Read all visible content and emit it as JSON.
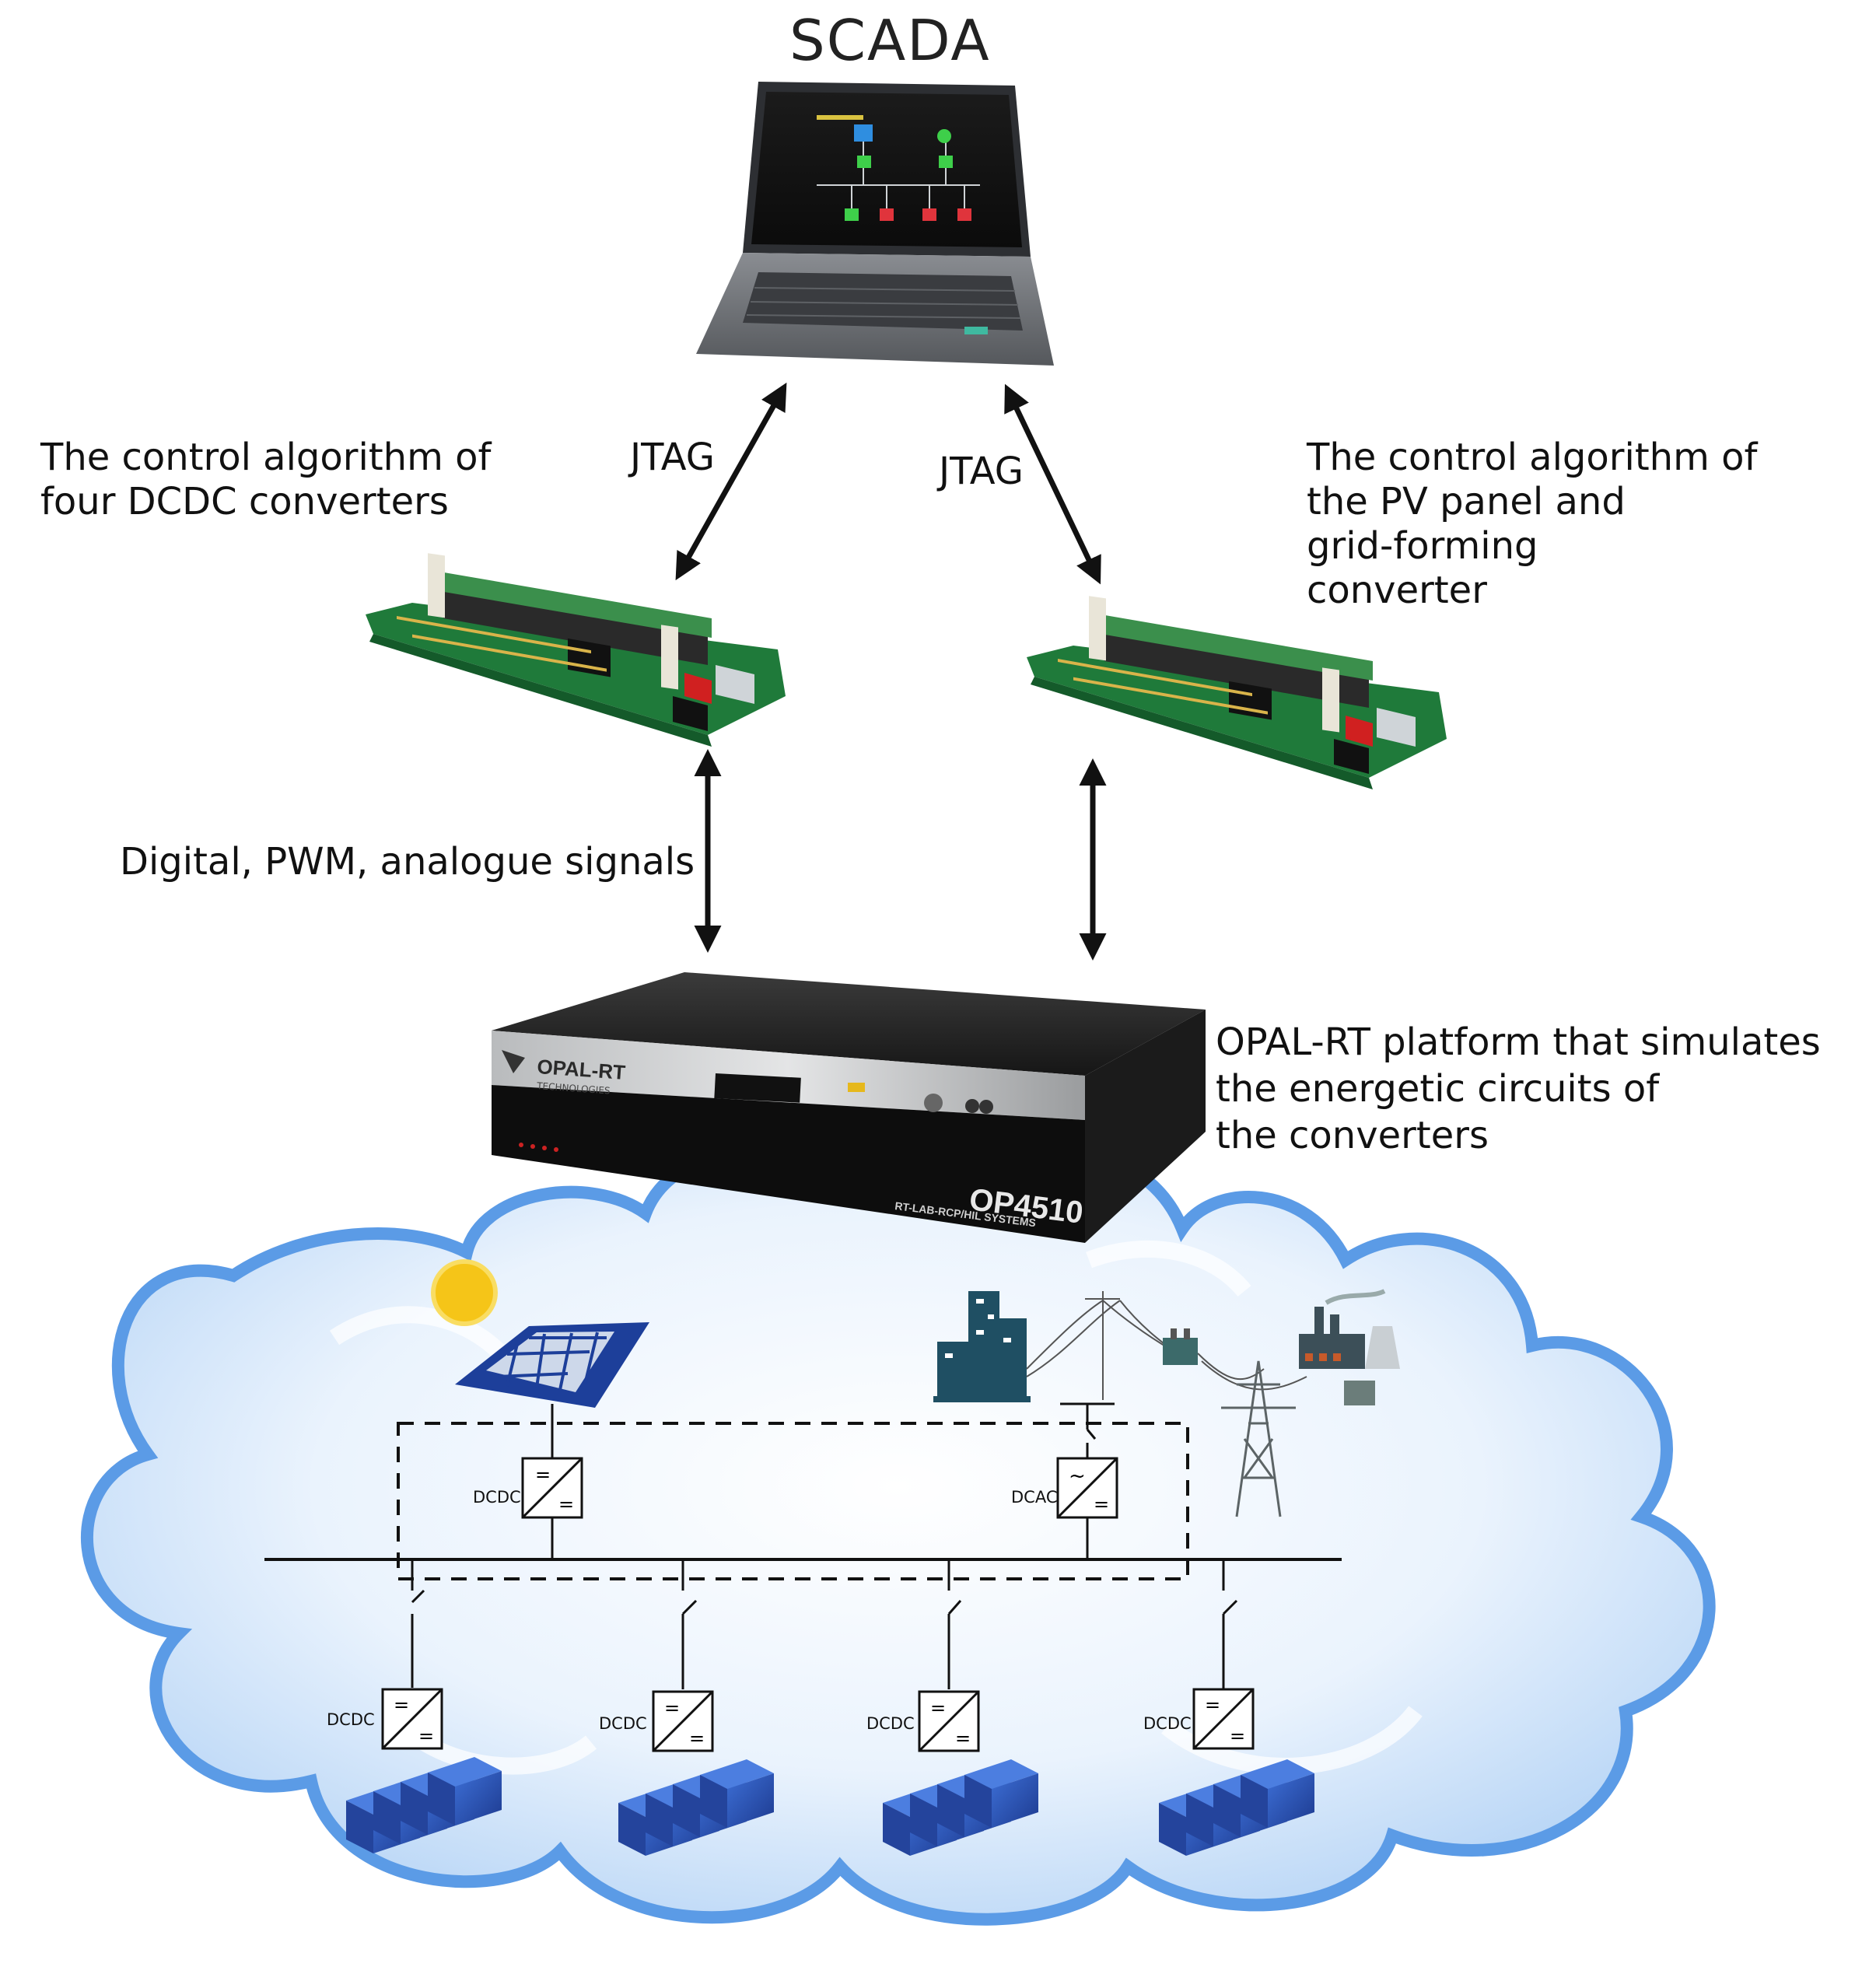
{
  "title": "SCADA",
  "links": {
    "left_jtag": "JTAG",
    "right_jtag": "JTAG",
    "signals": "Digital, PWM, analogue signals"
  },
  "labels": {
    "left_board": [
      "The control algorithm of",
      "four DCDC converters"
    ],
    "right_board": [
      "The control algorithm of",
      "the PV panel and",
      "grid-forming",
      "converter"
    ],
    "opal": [
      "OPAL-RT platform that simulates",
      "the energetic circuits of",
      "the converters"
    ]
  },
  "device": {
    "brand": "OPAL-RT",
    "brand_sub": "TECHNOLOGIES",
    "model": "OP4510",
    "model_sub": "RT-LAB-RCP/HIL SYSTEMS"
  },
  "circuit": {
    "pv_converter": "DCDC",
    "grid_converter": "DCAC",
    "battery_converters": [
      "DCDC",
      "DCDC",
      "DCDC",
      "DCDC"
    ]
  },
  "colors": {
    "cloud_outer": "#5b9be6",
    "cloud_inner": "#e8f2fd",
    "battery": "#2a4fb0",
    "pcb": "#1f7a3a",
    "sun": "#f5c518"
  },
  "icons": [
    "laptop-icon",
    "control-board-icon",
    "opal-rt-simulator-icon",
    "sun-icon",
    "solar-panel-icon",
    "city-buildings-icon",
    "power-line-icon",
    "transmission-tower-icon",
    "transformer-icon",
    "factory-icon",
    "battery-pack-icon"
  ]
}
